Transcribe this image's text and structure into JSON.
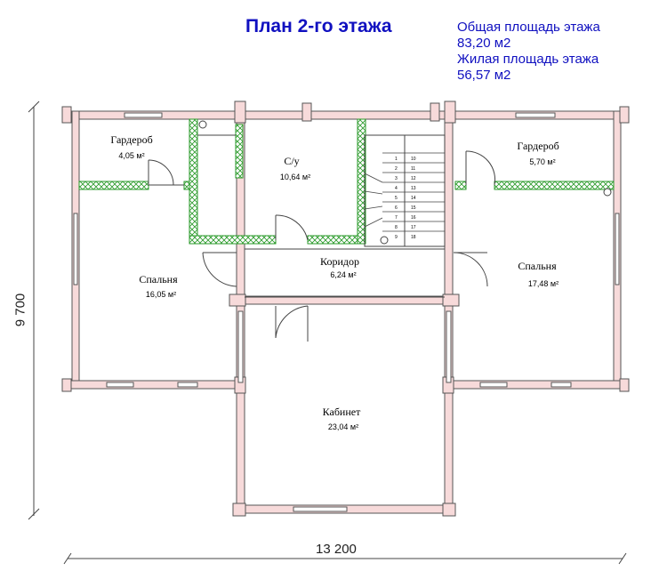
{
  "title": "План 2-го этажа",
  "stats": {
    "total_label": "Общая площадь этажа",
    "total_value": "83,20 м2",
    "living_label": "Жилая площадь этажа",
    "living_value": "56,57 м2"
  },
  "rooms": [
    {
      "name": "Гардероб",
      "area": "4,05 м²"
    },
    {
      "name": "С/у",
      "area": "10,64 м²"
    },
    {
      "name": "Гардероб",
      "area": "5,70 м²"
    },
    {
      "name": "Коридор",
      "area": "6,24 м²"
    },
    {
      "name": "Спальня",
      "area": "16,05 м²"
    },
    {
      "name": "Спальня",
      "area": "17,48 м²"
    },
    {
      "name": "Кабинет",
      "area": "23,04 м²"
    }
  ],
  "dimensions": {
    "width": "13 200",
    "height": "9 700"
  },
  "stair_numbers_left": [
    "9",
    "8",
    "7",
    "6",
    "5",
    "4",
    "3",
    "2",
    "1"
  ],
  "stair_numbers_right": [
    "10",
    "11",
    "12",
    "13",
    "14",
    "15",
    "16",
    "17",
    "18"
  ],
  "colors": {
    "title": "#1010c0",
    "wall_fill": "#f7dada",
    "wall_stroke": "#555555",
    "partition": "#2a9a2a"
  }
}
